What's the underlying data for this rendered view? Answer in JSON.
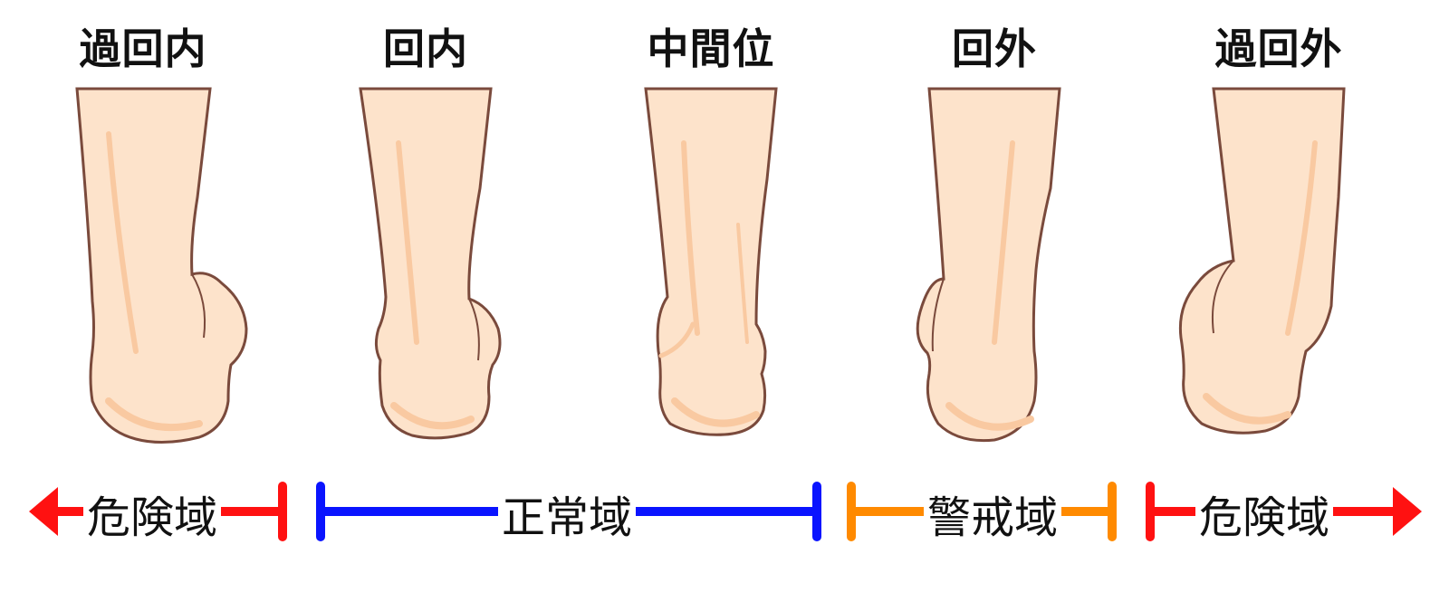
{
  "positions": [
    {
      "label": "過回内"
    },
    {
      "label": "回内"
    },
    {
      "label": "中間位"
    },
    {
      "label": "回外"
    },
    {
      "label": "過回外"
    }
  ],
  "zones": {
    "left_danger": {
      "label": "危険域",
      "color": "#ff1111"
    },
    "normal": {
      "label": "正常域",
      "color": "#0a14ff"
    },
    "caution": {
      "label": "警戒域",
      "color": "#ff8a00"
    },
    "right_danger": {
      "label": "危険域",
      "color": "#ff1111"
    }
  },
  "colors": {
    "skin": "#fde3cb",
    "skin_shadow": "#f9c9a1",
    "outline": "#7a4a3c"
  }
}
